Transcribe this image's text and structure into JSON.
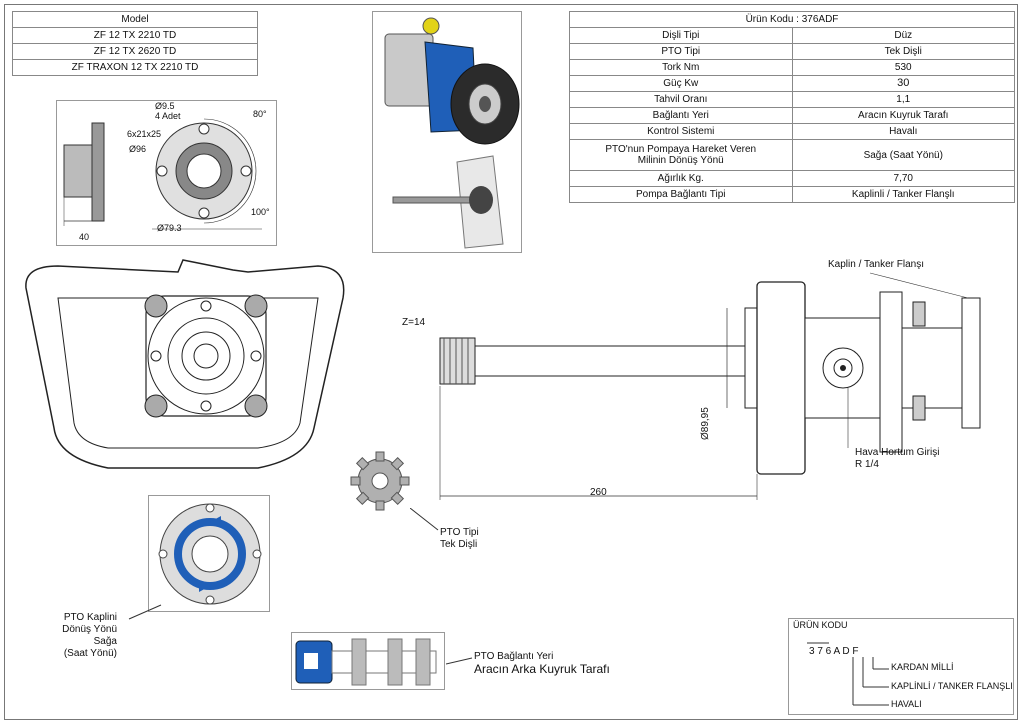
{
  "model_table": {
    "header": "Model",
    "rows": [
      "ZF 12 TX 2210 TD",
      "ZF 12 TX 2620 TD",
      "ZF TRAXON 12 TX 2210 TD"
    ]
  },
  "spec_table": {
    "header": "Ürün Kodu : 376ADF",
    "rows": [
      {
        "label": "Dişli Tipi",
        "value": "Düz"
      },
      {
        "label": "PTO Tipi",
        "value": "Tek Dişli"
      },
      {
        "label": "Tork Nm",
        "value": "530"
      },
      {
        "label": "Güç Kw",
        "value": "30"
      },
      {
        "label": "Tahvil Oranı",
        "value": "1,1"
      },
      {
        "label": "Bağlantı Yeri",
        "value": "Aracın Kuyruk Tarafı"
      },
      {
        "label": "Kontrol Sistemi",
        "value": "Havalı"
      },
      {
        "label_line1": "PTO'nun Pompaya Hareket Veren",
        "label_line2": "Milinin Dönüş Yönü",
        "value": "Sağa (Saat Yönü)"
      },
      {
        "label": "Ağırlık Kg.",
        "value": "7,70"
      },
      {
        "label": "Pompa Bağlantı Tipi",
        "value": "Kaplinli / Tanker Flanşlı"
      }
    ]
  },
  "flange_dims": {
    "d1": "Ø9.5",
    "d1_note": "4 Adet",
    "spline": "6x21x25",
    "d2": "Ø96",
    "d3": "Ø79.3",
    "ang1": "80°",
    "ang2": "100°",
    "width": "40"
  },
  "side_view": {
    "teeth": "Z=14",
    "length": "260",
    "diameter": "Ø89,95",
    "flange_label": "Kaplin / Tanker Flanşı",
    "air_inlet_line1": "Hava Hortum Girişi",
    "air_inlet_line2": "R 1/4"
  },
  "gear_caption": {
    "line1": "PTO Tipi",
    "line2": "Tek Dişli"
  },
  "rotation_caption": {
    "line1": "PTO Kaplini",
    "line2": "Dönüş Yönü",
    "line3": "Sağa",
    "line4": "(Saat Yönü)"
  },
  "mount_caption": {
    "line1": "PTO Bağlantı Yeri",
    "line2": "Aracın Arka Kuyruk Tarafı"
  },
  "product_code": {
    "title": "ÜRÜN KODU",
    "code": "3 7 6 A D F",
    "f_meaning": "KARDAN MİLLİ",
    "d_meaning": "KAPLİNLİ / TANKER FLANŞLI",
    "a_meaning": "HAVALI"
  },
  "colors": {
    "pto_blue": "#1f5fb8",
    "line": "#222222",
    "gray": "#a9a9a9"
  }
}
